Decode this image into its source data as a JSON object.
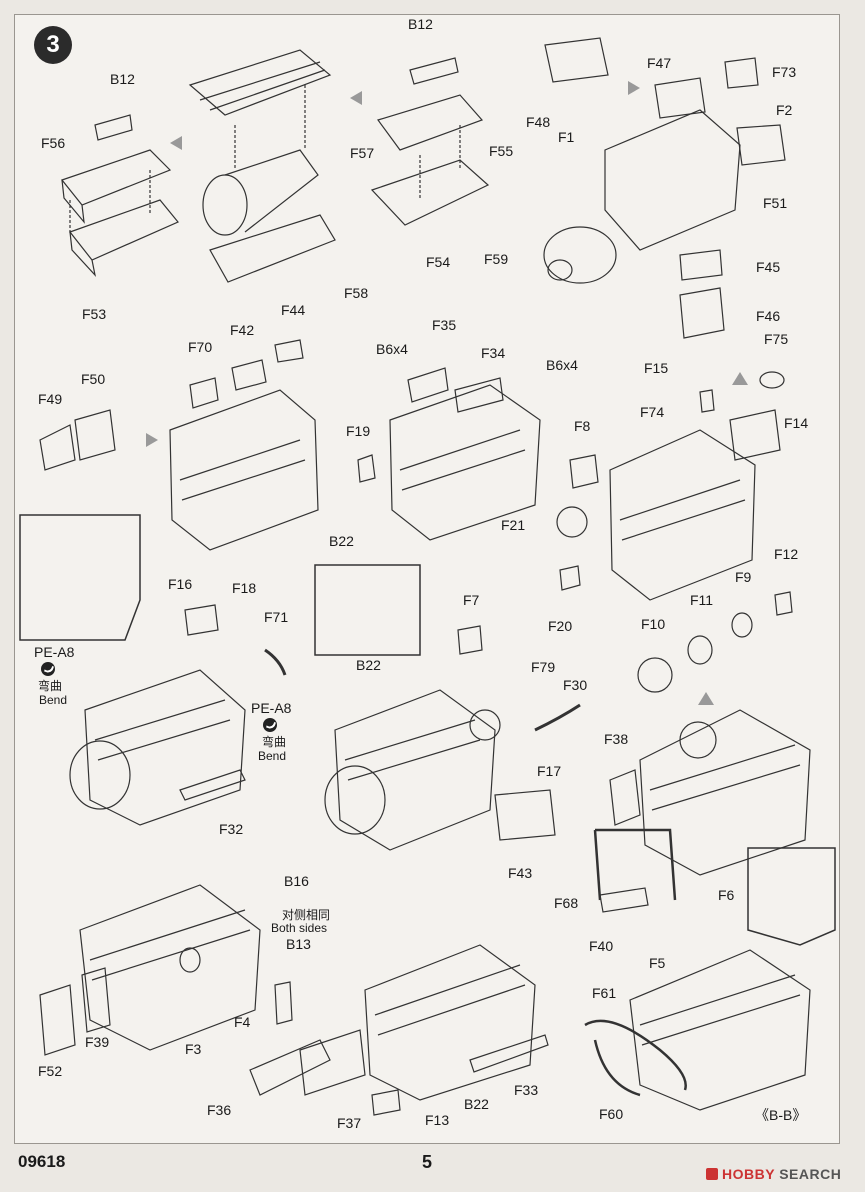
{
  "page": {
    "step_number": "3",
    "model_code": "09618",
    "page_number": "5"
  },
  "watermark": {
    "brand_part1": "HOBBY",
    "brand_part2": "SEARCH"
  },
  "labels": {
    "B12_a": "B12",
    "B12_b": "B12",
    "F56": "F56",
    "F53": "F53",
    "F57": "F57",
    "F58": "F58",
    "F55": "F55",
    "F54": "F54",
    "F47": "F47",
    "F48": "F48",
    "F73": "F73",
    "F1": "F1",
    "F2": "F2",
    "F51": "F51",
    "F59": "F59",
    "F45": "F45",
    "F46": "F46",
    "F44": "F44",
    "F42": "F42",
    "F70": "F70",
    "F50": "F50",
    "F49": "F49",
    "F35": "F35",
    "B6x4_a": "B6x4",
    "F34": "F34",
    "B6x4_b": "B6x4",
    "F19": "F19",
    "F75": "F75",
    "F15": "F15",
    "F14": "F14",
    "F74": "F74",
    "F8": "F8",
    "F21": "F21",
    "F20": "F20",
    "F16": "F16",
    "F18": "F18",
    "F71": "F71",
    "PE_A8_a": "PE-A8",
    "PE_A8_b": "PE-A8",
    "F32": "F32",
    "B22_a": "B22",
    "B22_b": "B22",
    "F7": "F7",
    "F79": "F79",
    "F30": "F30",
    "F17": "F17",
    "F43": "F43",
    "B16": "B16",
    "F12": "F12",
    "F9": "F9",
    "F11": "F11",
    "F10": "F10",
    "F38": "F38",
    "F68": "F68",
    "F40": "F40",
    "F6": "F6",
    "F5": "F5",
    "F61": "F61",
    "F60": "F60",
    "B13": "B13",
    "F52": "F52",
    "F39": "F39",
    "F3": "F3",
    "F4": "F4",
    "F36": "F36",
    "F37": "F37",
    "F13": "F13",
    "F33": "F33",
    "B22_c": "B22",
    "section_BB": "《B-B》"
  },
  "notes": {
    "bend_cn": "弯曲",
    "bend_en": "Bend",
    "both_sides_cn": "对侧相同",
    "both_sides_en": "Both sides"
  }
}
